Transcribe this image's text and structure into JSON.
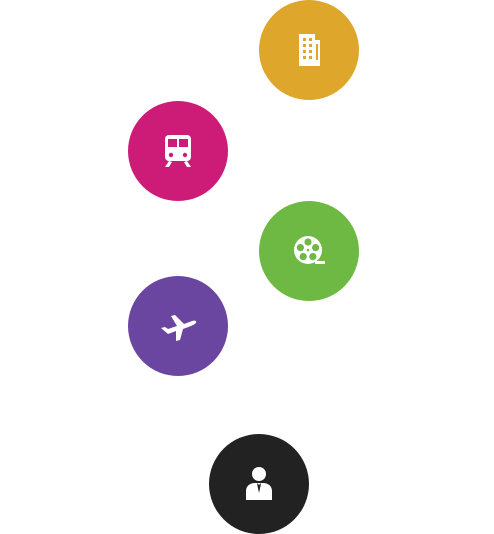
{
  "fab_menu": {
    "items": [
      {
        "id": "hotel",
        "icon": "building-icon",
        "color": "#DEA62A"
      },
      {
        "id": "train",
        "icon": "train-icon",
        "color": "#CD1C78"
      },
      {
        "id": "movie",
        "icon": "film-reel-icon",
        "color": "#6DB944"
      },
      {
        "id": "flight",
        "icon": "airplane-icon",
        "color": "#6B46A0"
      }
    ],
    "main": {
      "icon": "businessman-icon",
      "color": "#222222"
    }
  }
}
